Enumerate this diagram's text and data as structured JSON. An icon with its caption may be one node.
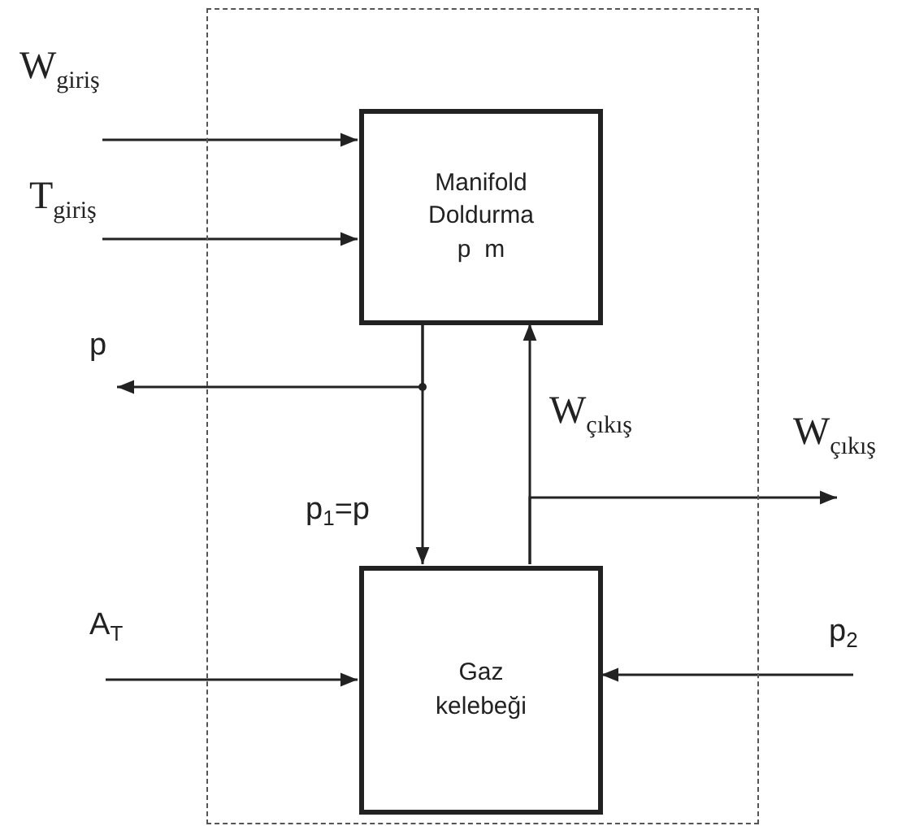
{
  "diagram": {
    "nodes": [
      {
        "text": [],
        "shape": "box"
      },
      {
        "text": [
          "Manifold Doldurma",
          "p  m"
        ],
        "in": 0
      },
      {
        "text": [
          "Gaz kelebeği"
        ],
        "in": 0
      }
    ],
    "edges": [
      {
        "from": null,
        "to": 1,
        "arrow": "to",
        "label": "W$_{giriş}$"
      },
      {
        "from": null,
        "to": 1,
        "arrow": "to",
        "label": "T$_{giriş}$"
      },
      {
        "from": 1,
        "to": null,
        "arrow": "to",
        "label": "p"
      },
      {
        "from": 1,
        "to": 2,
        "arrow": "to",
        "label": "p$_{1}$=p"
      },
      {
        "from": 2,
        "to": 1,
        "arrow": "to",
        "label": "W$_{çıkış}$"
      },
      {
        "from": 2,
        "to": null,
        "arrow": "to",
        "label": "W$_{çıkış}$"
      },
      {
        "from": null,
        "to": 2,
        "arrow": "to",
        "label": "A$_{T}$"
      },
      {
        "from": null,
        "to": 2,
        "arrow": "to",
        "label": "p$_{2}$"
      }
    ]
  }
}
